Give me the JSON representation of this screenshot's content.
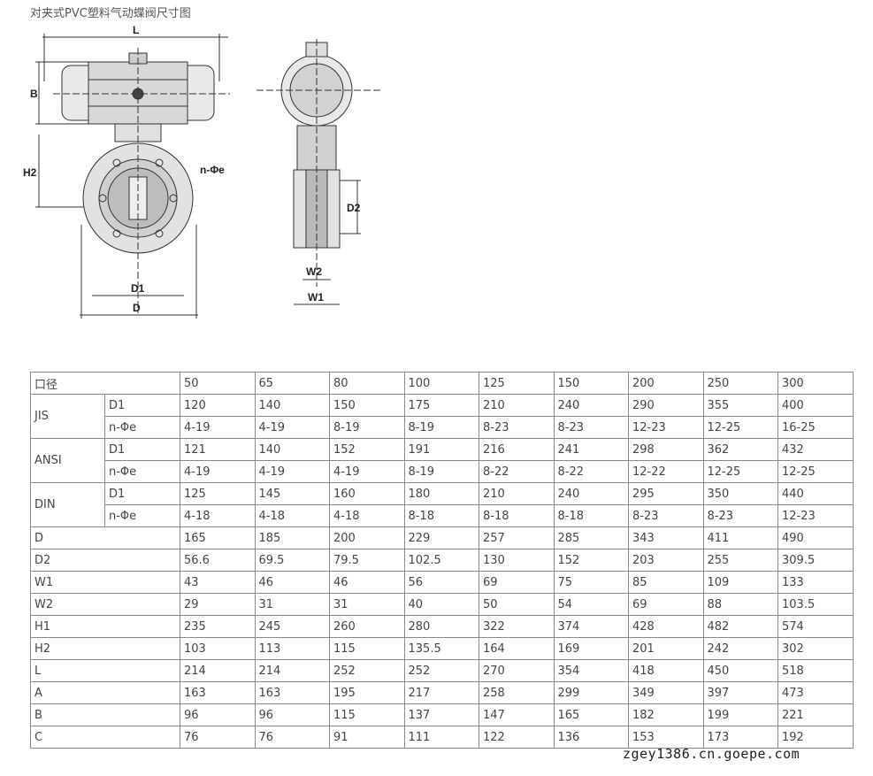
{
  "title": "对夹式PVC塑料气动蝶阀尺寸图",
  "drawing": {
    "labels": {
      "L": "L",
      "B": "B",
      "H2": "H2",
      "D1": "D1",
      "D": "D",
      "nphi": "n-Φe",
      "D2": "D2",
      "W2": "W2",
      "W1": "W1"
    }
  },
  "table": {
    "header": {
      "label": "口径",
      "sizes": [
        "50",
        "65",
        "80",
        "100",
        "125",
        "150",
        "200",
        "250",
        "300"
      ]
    },
    "groups": [
      {
        "name": "JIS",
        "rows": [
          {
            "sub": "D1",
            "values": [
              "120",
              "140",
              "150",
              "175",
              "210",
              "240",
              "290",
              "355",
              "400"
            ]
          },
          {
            "sub": "n-Φe",
            "values": [
              "4-19",
              "4-19",
              "8-19",
              "8-19",
              "8-23",
              "8-23",
              "12-23",
              "12-25",
              "16-25"
            ]
          }
        ]
      },
      {
        "name": "ANSI",
        "rows": [
          {
            "sub": "D1",
            "values": [
              "121",
              "140",
              "152",
              "191",
              "216",
              "241",
              "298",
              "362",
              "432"
            ]
          },
          {
            "sub": "n-Φe",
            "values": [
              "4-19",
              "4-19",
              "4-19",
              "8-19",
              "8-22",
              "8-22",
              "12-22",
              "12-25",
              "12-25"
            ]
          }
        ]
      },
      {
        "name": "DIN",
        "rows": [
          {
            "sub": "D1",
            "values": [
              "125",
              "145",
              "160",
              "180",
              "210",
              "240",
              "295",
              "350",
              "440"
            ]
          },
          {
            "sub": "n-Φe",
            "values": [
              "4-18",
              "4-18",
              "4-18",
              "8-18",
              "8-18",
              "8-18",
              "8-23",
              "8-23",
              "12-23"
            ]
          }
        ]
      }
    ],
    "rows": [
      {
        "name": "D",
        "values": [
          "165",
          "185",
          "200",
          "229",
          "257",
          "285",
          "343",
          "411",
          "490"
        ]
      },
      {
        "name": "D2",
        "values": [
          "56.6",
          "69.5",
          "79.5",
          "102.5",
          "130",
          "152",
          "203",
          "255",
          "309.5"
        ]
      },
      {
        "name": "W1",
        "values": [
          "43",
          "46",
          "46",
          "56",
          "69",
          "75",
          "85",
          "109",
          "133"
        ]
      },
      {
        "name": "W2",
        "values": [
          "29",
          "31",
          "31",
          "40",
          "50",
          "54",
          "69",
          "88",
          "103.5"
        ]
      },
      {
        "name": "H1",
        "values": [
          "235",
          "245",
          "260",
          "280",
          "322",
          "374",
          "428",
          "482",
          "574"
        ]
      },
      {
        "name": "H2",
        "values": [
          "103",
          "113",
          "115",
          "135.5",
          "164",
          "169",
          "201",
          "242",
          "302"
        ]
      },
      {
        "name": "L",
        "values": [
          "214",
          "214",
          "252",
          "252",
          "270",
          "354",
          "418",
          "450",
          "518"
        ]
      },
      {
        "name": "A",
        "values": [
          "163",
          "163",
          "195",
          "217",
          "258",
          "299",
          "349",
          "397",
          "473"
        ]
      },
      {
        "name": "B",
        "values": [
          "96",
          "96",
          "115",
          "137",
          "147",
          "165",
          "182",
          "199",
          "221"
        ]
      },
      {
        "name": "C",
        "values": [
          "76",
          "76",
          "91",
          "111",
          "122",
          "136",
          "153",
          "173",
          "192"
        ]
      }
    ]
  },
  "watermark": "zgey1386.cn.goepe.com"
}
